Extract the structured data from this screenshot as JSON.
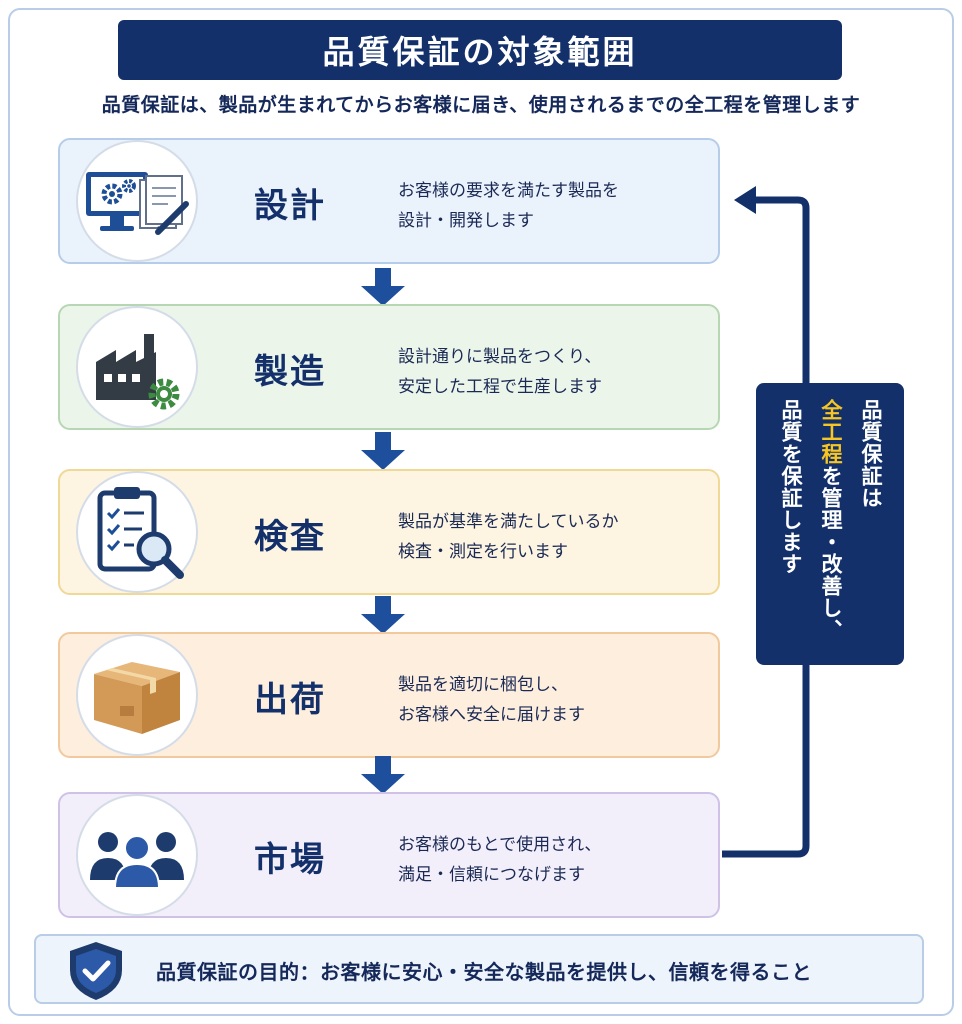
{
  "header": {
    "title": "品質保証の対象範囲",
    "subtitle": "品質保証は、製品が生まれてからお客様に届き、使用されるまでの全工程を管理します"
  },
  "steps": [
    {
      "name": "設計",
      "desc1": "お客様の要求を満たす製品を",
      "desc2": "設計・開発します",
      "icon": "design-computer-icon",
      "bg": "#eaf2fc",
      "border": "#b6cde9"
    },
    {
      "name": "製造",
      "desc1": "設計通りに製品をつくり、",
      "desc2": "安定した工程で生産します",
      "icon": "factory-icon",
      "bg": "#ebf5ea",
      "border": "#b7d7b4"
    },
    {
      "name": "検査",
      "desc1": "製品が基準を満たしているか",
      "desc2": "検査・測定を行います",
      "icon": "clipboard-magnifier-icon",
      "bg": "#fdf5e1",
      "border": "#f0d896"
    },
    {
      "name": "出荷",
      "desc1": "製品を適切に梱包し、",
      "desc2": "お客様へ安全に届けます",
      "icon": "cardboard-box-icon",
      "bg": "#fdeede",
      "border": "#f2c99d"
    },
    {
      "name": "市場",
      "desc1": "お客様のもとで使用され、",
      "desc2": "満足・信頼につなげます",
      "icon": "customers-icon",
      "bg": "#f2eefa",
      "border": "#cfc2e6"
    }
  ],
  "loop_box": {
    "col1_a": "品質保証は",
    "col2_highlight": "全工程",
    "col2_rest": "を管理・改善し、",
    "col3": "品質を保証します",
    "highlight_color": "#f7c623"
  },
  "purpose": {
    "text": "品質保証の目的：お客様に安心・安全な製品を提供し、信頼を得ること",
    "icon": "shield-check-icon"
  },
  "colors": {
    "navy": "#13306b",
    "arrow": "#1d4f9c"
  }
}
